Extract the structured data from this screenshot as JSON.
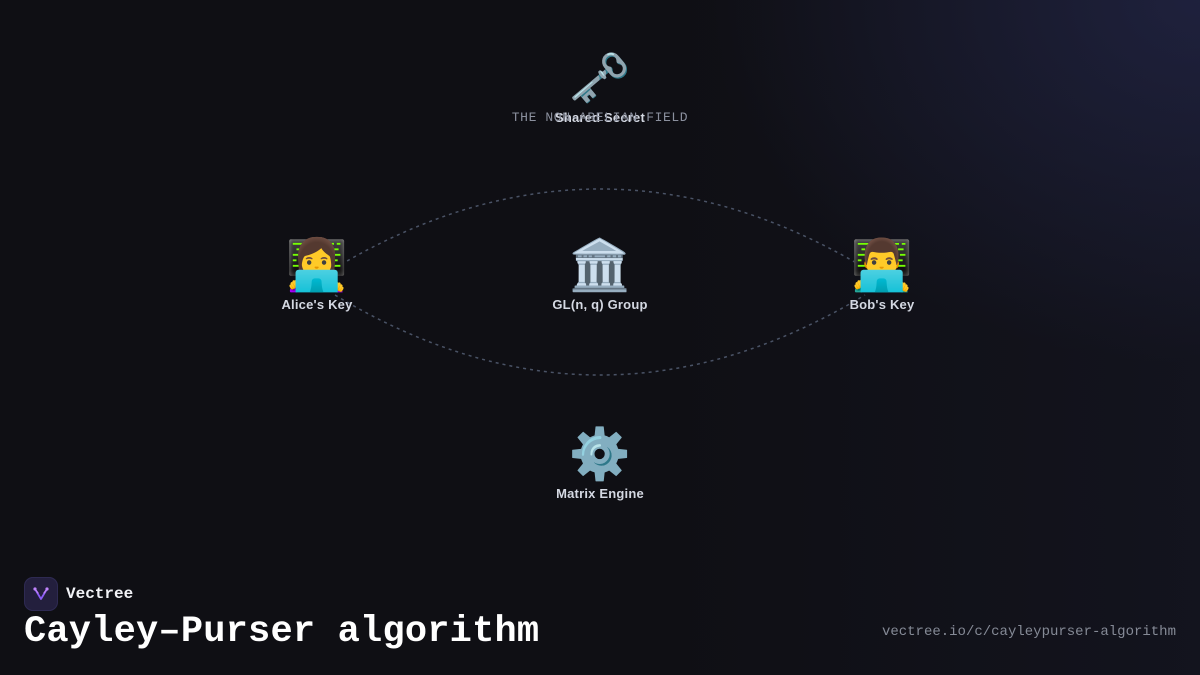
{
  "diagram": {
    "subtitle": "THE NON-ABELIAN FIELD",
    "nodes": [
      {
        "id": "shared-secret",
        "icon": "old-key-icon",
        "emoji": "🗝️",
        "label": "Shared Secret"
      },
      {
        "id": "alice",
        "icon": "woman-technologist-icon",
        "emoji": "👩‍💻",
        "label": "Alice's Key"
      },
      {
        "id": "group",
        "icon": "classical-building-icon",
        "emoji": "🏛️",
        "label": "GL(n, q) Group"
      },
      {
        "id": "bob",
        "icon": "man-technologist-icon",
        "emoji": "👨‍💻",
        "label": "Bob's Key"
      },
      {
        "id": "engine",
        "icon": "gear-icon",
        "emoji": "⚙️",
        "label": "Matrix Engine"
      }
    ],
    "edges": [
      {
        "from": "alice",
        "to": "bob",
        "style": "dashed",
        "arc": "upper"
      },
      {
        "from": "alice",
        "to": "bob",
        "style": "dashed",
        "arc": "lower"
      }
    ],
    "edge_color": "#4a5366"
  },
  "footer": {
    "brand": "Vectree",
    "title": "Cayley–Purser algorithm",
    "url": "vectree.io/c/cayleypurser-algorithm"
  },
  "colors": {
    "background": "#0f0f14",
    "brand_accent": "#8b5cf6"
  }
}
